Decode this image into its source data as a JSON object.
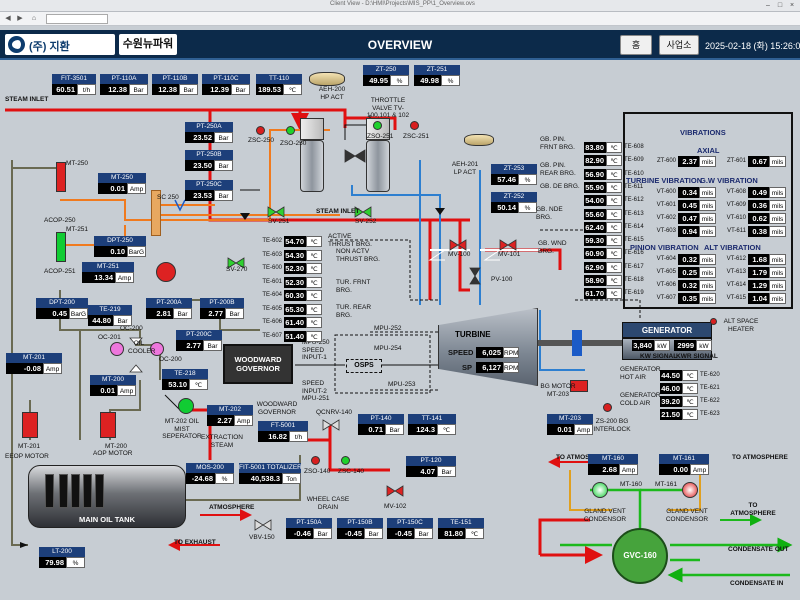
{
  "window": {
    "title": "Client View - D:\\HMI\\Projects\\MIS_PP\\1_Overview.ovs"
  },
  "header": {
    "company": "(주) 지환",
    "plant": "수원뉴파워",
    "title": "OVERVIEW",
    "btn_home": "홈",
    "btn_plant": "사업소",
    "datetime": "2025-02-18 (화) 15:26:05"
  },
  "tags": {
    "fit3501": {
      "name": "FIT-3501",
      "value": "60.51",
      "unit": "t/h"
    },
    "pt110a": {
      "name": "PT-110A",
      "value": "12.38",
      "unit": "Bar"
    },
    "pt110b": {
      "name": "PT-110B",
      "value": "12.38",
      "unit": "Bar"
    },
    "pt110c": {
      "name": "PT-110C",
      "value": "12.39",
      "unit": "Bar"
    },
    "tt110": {
      "name": "TT-110",
      "value": "189.53",
      "unit": "℃"
    },
    "zt250": {
      "name": "ZT-250",
      "value": "49.95",
      "unit": "%"
    },
    "zt251": {
      "name": "ZT-251",
      "value": "49.98",
      "unit": "%"
    },
    "pt250a": {
      "name": "PT-250A",
      "value": "23.52",
      "unit": "Bar"
    },
    "pt250b": {
      "name": "PT-250B",
      "value": "23.50",
      "unit": "Bar"
    },
    "pt250c": {
      "name": "PT-250C",
      "value": "23.53",
      "unit": "Bar"
    },
    "mt250": {
      "name": "MT-250",
      "value": "0.01",
      "unit": "Amp"
    },
    "dpt250": {
      "name": "DPT-250",
      "value": "0.10",
      "unit": "BarG"
    },
    "mt251": {
      "name": "MT-251",
      "value": "13.34",
      "unit": "Amp"
    },
    "dpt200": {
      "name": "DPT-200",
      "value": "0.45",
      "unit": "BarG"
    },
    "te219": {
      "name": "TE-219",
      "value": "44.80",
      "unit": "Bar"
    },
    "pt200a": {
      "name": "PT-200A",
      "value": "2.81",
      "unit": "Bar"
    },
    "pt200b": {
      "name": "PT-200B",
      "value": "2.77",
      "unit": "Bar"
    },
    "pt200c": {
      "name": "PT-200C",
      "value": "2.77",
      "unit": "Bar"
    },
    "mt201": {
      "name": "MT-201",
      "value": "-0.08",
      "unit": "Amp"
    },
    "mt200": {
      "name": "MT-200",
      "value": "0.01",
      "unit": "Amp"
    },
    "te218": {
      "name": "TE-218",
      "value": "53.10",
      "unit": "℃"
    },
    "mt202": {
      "name": "MT-202",
      "value": "2.27",
      "unit": "Amp"
    },
    "ft5001": {
      "name": "FT-5001",
      "value": "16.82",
      "unit": "t/h"
    },
    "mos200": {
      "name": "MOS-200",
      "value": "-24.68",
      "unit": "%"
    },
    "fit5001": {
      "name": "FIT-5001 TOTALIZER",
      "value": "40,538.3",
      "unit": "Ton"
    },
    "pt140": {
      "name": "PT-140",
      "value": "0.71",
      "unit": "Bar"
    },
    "tt141": {
      "name": "TT-141",
      "value": "124.3",
      "unit": "℃"
    },
    "pt120": {
      "name": "PT-120",
      "value": "4.07",
      "unit": "Bar"
    },
    "lt200": {
      "name": "LT-200",
      "value": "79.98",
      "unit": "%"
    },
    "pt150a": {
      "name": "PT-150A",
      "value": "-0.46",
      "unit": "Bar"
    },
    "pt150b": {
      "name": "PT-150B",
      "value": "-0.45",
      "unit": "Bar"
    },
    "pt150c": {
      "name": "PT-150C",
      "value": "-0.45",
      "unit": "Bar"
    },
    "te151": {
      "name": "TE-151",
      "value": "81.80",
      "unit": "℃"
    },
    "zt253": {
      "name": "ZT-253",
      "value": "57.46",
      "unit": "%"
    },
    "zt252": {
      "name": "ZT-252",
      "value": "50.14",
      "unit": "%"
    },
    "mt203": {
      "name": "MT-203",
      "value": "0.01",
      "unit": "Amp"
    },
    "mt160": {
      "name": "MT-160",
      "value": "2.68",
      "unit": "Amp"
    },
    "mt161": {
      "name": "MT-161",
      "value": "0.00",
      "unit": "Amp"
    }
  },
  "bearing_temps": [
    {
      "tag": "TE-602",
      "value": "54.70",
      "unit": "℃"
    },
    {
      "tag": "TE-603",
      "value": "54.30",
      "unit": "℃"
    },
    {
      "tag": "TE-600",
      "value": "52.30",
      "unit": "℃"
    },
    {
      "tag": "TE-601",
      "value": "52.30",
      "unit": "℃"
    },
    {
      "tag": "TE-604",
      "value": "60.30",
      "unit": "℃"
    },
    {
      "tag": "TE-605",
      "value": "65.30",
      "unit": "℃"
    },
    {
      "tag": "TE-606",
      "value": "61.40",
      "unit": "℃"
    },
    {
      "tag": "TE-607",
      "value": "51.40",
      "unit": "℃"
    }
  ],
  "bearing_labels": [
    "ACTIVE THRUST BRG.",
    "NON ACTV THRUST BRG.",
    "TUR. FRNT BRG.",
    "TUR. REAR BRG."
  ],
  "gen_temps": [
    {
      "tag": "TE-608",
      "value": "83.80",
      "unit": "℃"
    },
    {
      "tag": "TE-609",
      "value": "82.90",
      "unit": "℃"
    },
    {
      "tag": "TE-610",
      "value": "56.90",
      "unit": "℃"
    },
    {
      "tag": "TE-611",
      "value": "55.90",
      "unit": "℃"
    },
    {
      "tag": "TE-612",
      "value": "54.00",
      "unit": "℃"
    },
    {
      "tag": "TE-613",
      "value": "55.60",
      "unit": "℃"
    },
    {
      "tag": "TE-614",
      "value": "62.40",
      "unit": "℃"
    },
    {
      "tag": "TE-615",
      "value": "59.30",
      "unit": "℃"
    },
    {
      "tag": "TE-616",
      "value": "60.90",
      "unit": "℃"
    },
    {
      "tag": "TE-617",
      "value": "62.90",
      "unit": "℃"
    },
    {
      "tag": "TE-618",
      "value": "58.90",
      "unit": "℃"
    },
    {
      "tag": "TE-619",
      "value": "61.70",
      "unit": "℃"
    }
  ],
  "gen_labels": [
    "GB. PIN. FRNT BRG.",
    "GB. PIN. REAR BRG.",
    "GB. DE BRG.",
    "GB. NDE BRG.",
    "GB. WND BRG."
  ],
  "air_temps": [
    {
      "tag": "TE-620",
      "value": "44.50",
      "unit": "℃"
    },
    {
      "tag": "TE-621",
      "value": "46.00",
      "unit": "℃"
    },
    {
      "tag": "TE-622",
      "value": "39.20",
      "unit": "℃"
    },
    {
      "tag": "TE-623",
      "value": "21.50",
      "unit": "℃"
    }
  ],
  "air_labels": [
    "GENERATOR HOT AIR",
    "GENERATOR COLD AIR"
  ],
  "vib": {
    "title": "VIBRATIONS",
    "axial_title": "AXIAL",
    "axial": [
      {
        "tag": "ZT-600",
        "value": "2.37",
        "unit": "mils"
      },
      {
        "tag": "ZT-601",
        "value": "0.67",
        "unit": "mils"
      }
    ],
    "turbine_title": "TURBINE VIBRATION",
    "gw_title": "G.W VIBRATION",
    "turbine": [
      {
        "tag": "VT-600",
        "value": "0.34",
        "unit": "mils"
      },
      {
        "tag": "VT-601",
        "value": "0.45",
        "unit": "mils"
      },
      {
        "tag": "VT-602",
        "value": "0.47",
        "unit": "mils"
      },
      {
        "tag": "VT-603",
        "value": "0.94",
        "unit": "mils"
      }
    ],
    "gw": [
      {
        "tag": "VT-608",
        "value": "0.49",
        "unit": "mils"
      },
      {
        "tag": "VT-609",
        "value": "0.36",
        "unit": "mils"
      },
      {
        "tag": "VT-610",
        "value": "0.62",
        "unit": "mils"
      },
      {
        "tag": "VT-611",
        "value": "0.38",
        "unit": "mils"
      }
    ],
    "pinion_title": "PINION VIBRATION",
    "alt_title": "ALT VIBRATION",
    "pinion": [
      {
        "tag": "VT-604",
        "value": "0.32",
        "unit": "mils"
      },
      {
        "tag": "VT-605",
        "value": "0.25",
        "unit": "mils"
      },
      {
        "tag": "VT-606",
        "value": "0.32",
        "unit": "mils"
      },
      {
        "tag": "VT-607",
        "value": "0.35",
        "unit": "mils"
      }
    ],
    "alt": [
      {
        "tag": "VT-612",
        "value": "1.68",
        "unit": "mils"
      },
      {
        "tag": "VT-613",
        "value": "1.79",
        "unit": "mils"
      },
      {
        "tag": "VT-614",
        "value": "1.29",
        "unit": "mils"
      },
      {
        "tag": "VT-615",
        "value": "1.04",
        "unit": "mils"
      }
    ]
  },
  "turbine": {
    "title": "TURBINE",
    "speed_label": "SPEED",
    "speed": "6,025",
    "speed_unit": "RPM",
    "sp_label": "SP",
    "sp": "6,127",
    "sp_unit": "RPM"
  },
  "generator": {
    "title": "GENERATOR",
    "kw": "3,840",
    "kw_unit": "kW",
    "kw_label": "KW SIGNAL",
    "kwr": "2999",
    "kwr_unit": "kW",
    "kwr_label": "KWR SIGNAL",
    "heater": "ALT SPACE HEATER"
  },
  "labels": {
    "steam_inlet": "STEAM INLET",
    "steam_inlet2": "STEAM INLET",
    "aeh200": "AEH-200 HP ACT",
    "aeh201": "AEH-201 LP ACT",
    "throttle": "THROTTLE VALVE TV-100,101 & 102",
    "zsc250": "ZSC-250",
    "zso250": "ZSO-250",
    "zso251": "ZSO-251",
    "zsc251": "ZSC-251",
    "sv251": "SV-251",
    "sv252": "SV-252",
    "sc250": "SC 250",
    "mt250": "MT-250",
    "mt251": "MT-251",
    "acop250": "ACOP-250",
    "acop251": "ACOP-251",
    "sv270": "SV-270",
    "oil_cooler": "OIL COOLER",
    "oc200": "OC-200",
    "oc201": "OC-201",
    "oc200b": "OC-200",
    "woodward": "WOODWARD GOVERNOR",
    "woodward2": "WOODWARD GOVERNOR",
    "mpu250": "MPU-250 SPEED INPUT-1",
    "mpu251": "SPEED INPUT-2 MPU-251",
    "mpu252": "MPU-252",
    "mpu254": "MPU-254",
    "mpu253": "MPU-253",
    "osps": "OSPS",
    "mv100": "MV-100",
    "mv101": "MV-101",
    "pv100": "PV-100",
    "mv102": "MV-102",
    "mt202": "MT-202 OIL MIST SEPERATOR",
    "extraction": "EXTRACTION STEAM",
    "qcnrv": "QCNRV-140",
    "zso140": "ZSO-140",
    "zsc140": "ZSC-140",
    "wheel": "WHEEL CASE DRAIN",
    "eop": "EEOP MOTOR",
    "aop": "AOP MOTOR",
    "mt201": "MT-201",
    "mt200": "MT-200",
    "tank": "MAIN OIL TANK",
    "atmosphere": "ATMOSPHERE",
    "to_exhaust": "TO EXHAUST",
    "vbv150": "VBV-150",
    "bgmotor": "BG MOTOR MT-203",
    "zs200": "ZS-200 BG INTERLOCK",
    "to_atm1": "TO ATMOSPHERE",
    "to_atm2": "TO ATMOSPHERE",
    "to_atm3": "TO ATMOSPHERE",
    "mt160": "MT-160",
    "mt161": "MT-161",
    "gvc_left": "GLAND VENT CONDENSOR",
    "gvc_right": "GLAND VENT CONDENSOR",
    "gvc": "GVC-160",
    "cond_out": "CONDENSATE OUT",
    "cond_in": "CONDENSATE IN"
  }
}
